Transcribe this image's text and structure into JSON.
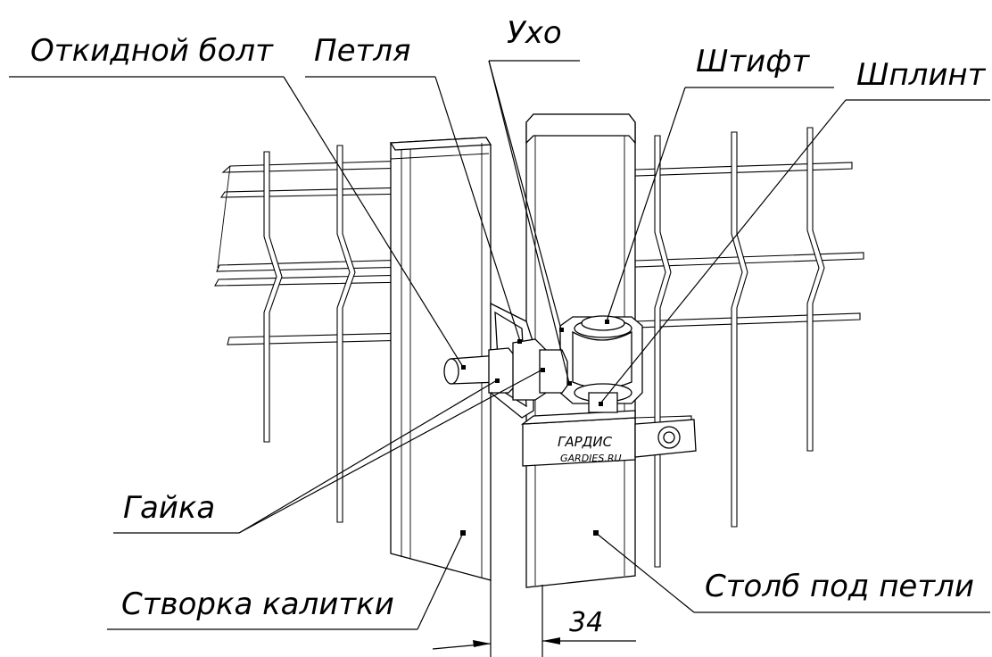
{
  "labels": {
    "bolt": "Откидной болт",
    "hinge": "Петля",
    "ear": "Ухо",
    "pin": "Штифт",
    "cotter": "Шплинт",
    "nut": "Гайка",
    "gate_leaf": "Створка калитки",
    "post": "Столб под петли",
    "dimension": "34"
  },
  "brand": {
    "name": "ГАРДИС",
    "site": "GARDIES.RU"
  }
}
